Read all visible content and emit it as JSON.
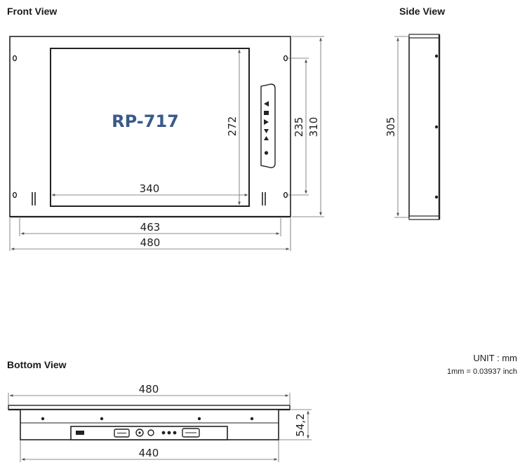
{
  "headings": {
    "front": "Front View",
    "side": "Side View",
    "bottom": "Bottom View"
  },
  "units": {
    "unit": "UNIT : mm",
    "conversion": "1mm = 0.03937 inch"
  },
  "front_view": {
    "model_label": "RP-717",
    "model_color": "#3a5a8a",
    "dimensions": {
      "screen_width": "340",
      "screen_height": "272",
      "hole_spacing": "235",
      "panel_height": "310",
      "inner_width": "463",
      "outer_width": "480"
    }
  },
  "side_view": {
    "dimensions": {
      "depth": "305"
    }
  },
  "bottom_view": {
    "dimensions": {
      "outer_width": "480",
      "chassis_width": "440",
      "height": "54,2"
    }
  }
}
